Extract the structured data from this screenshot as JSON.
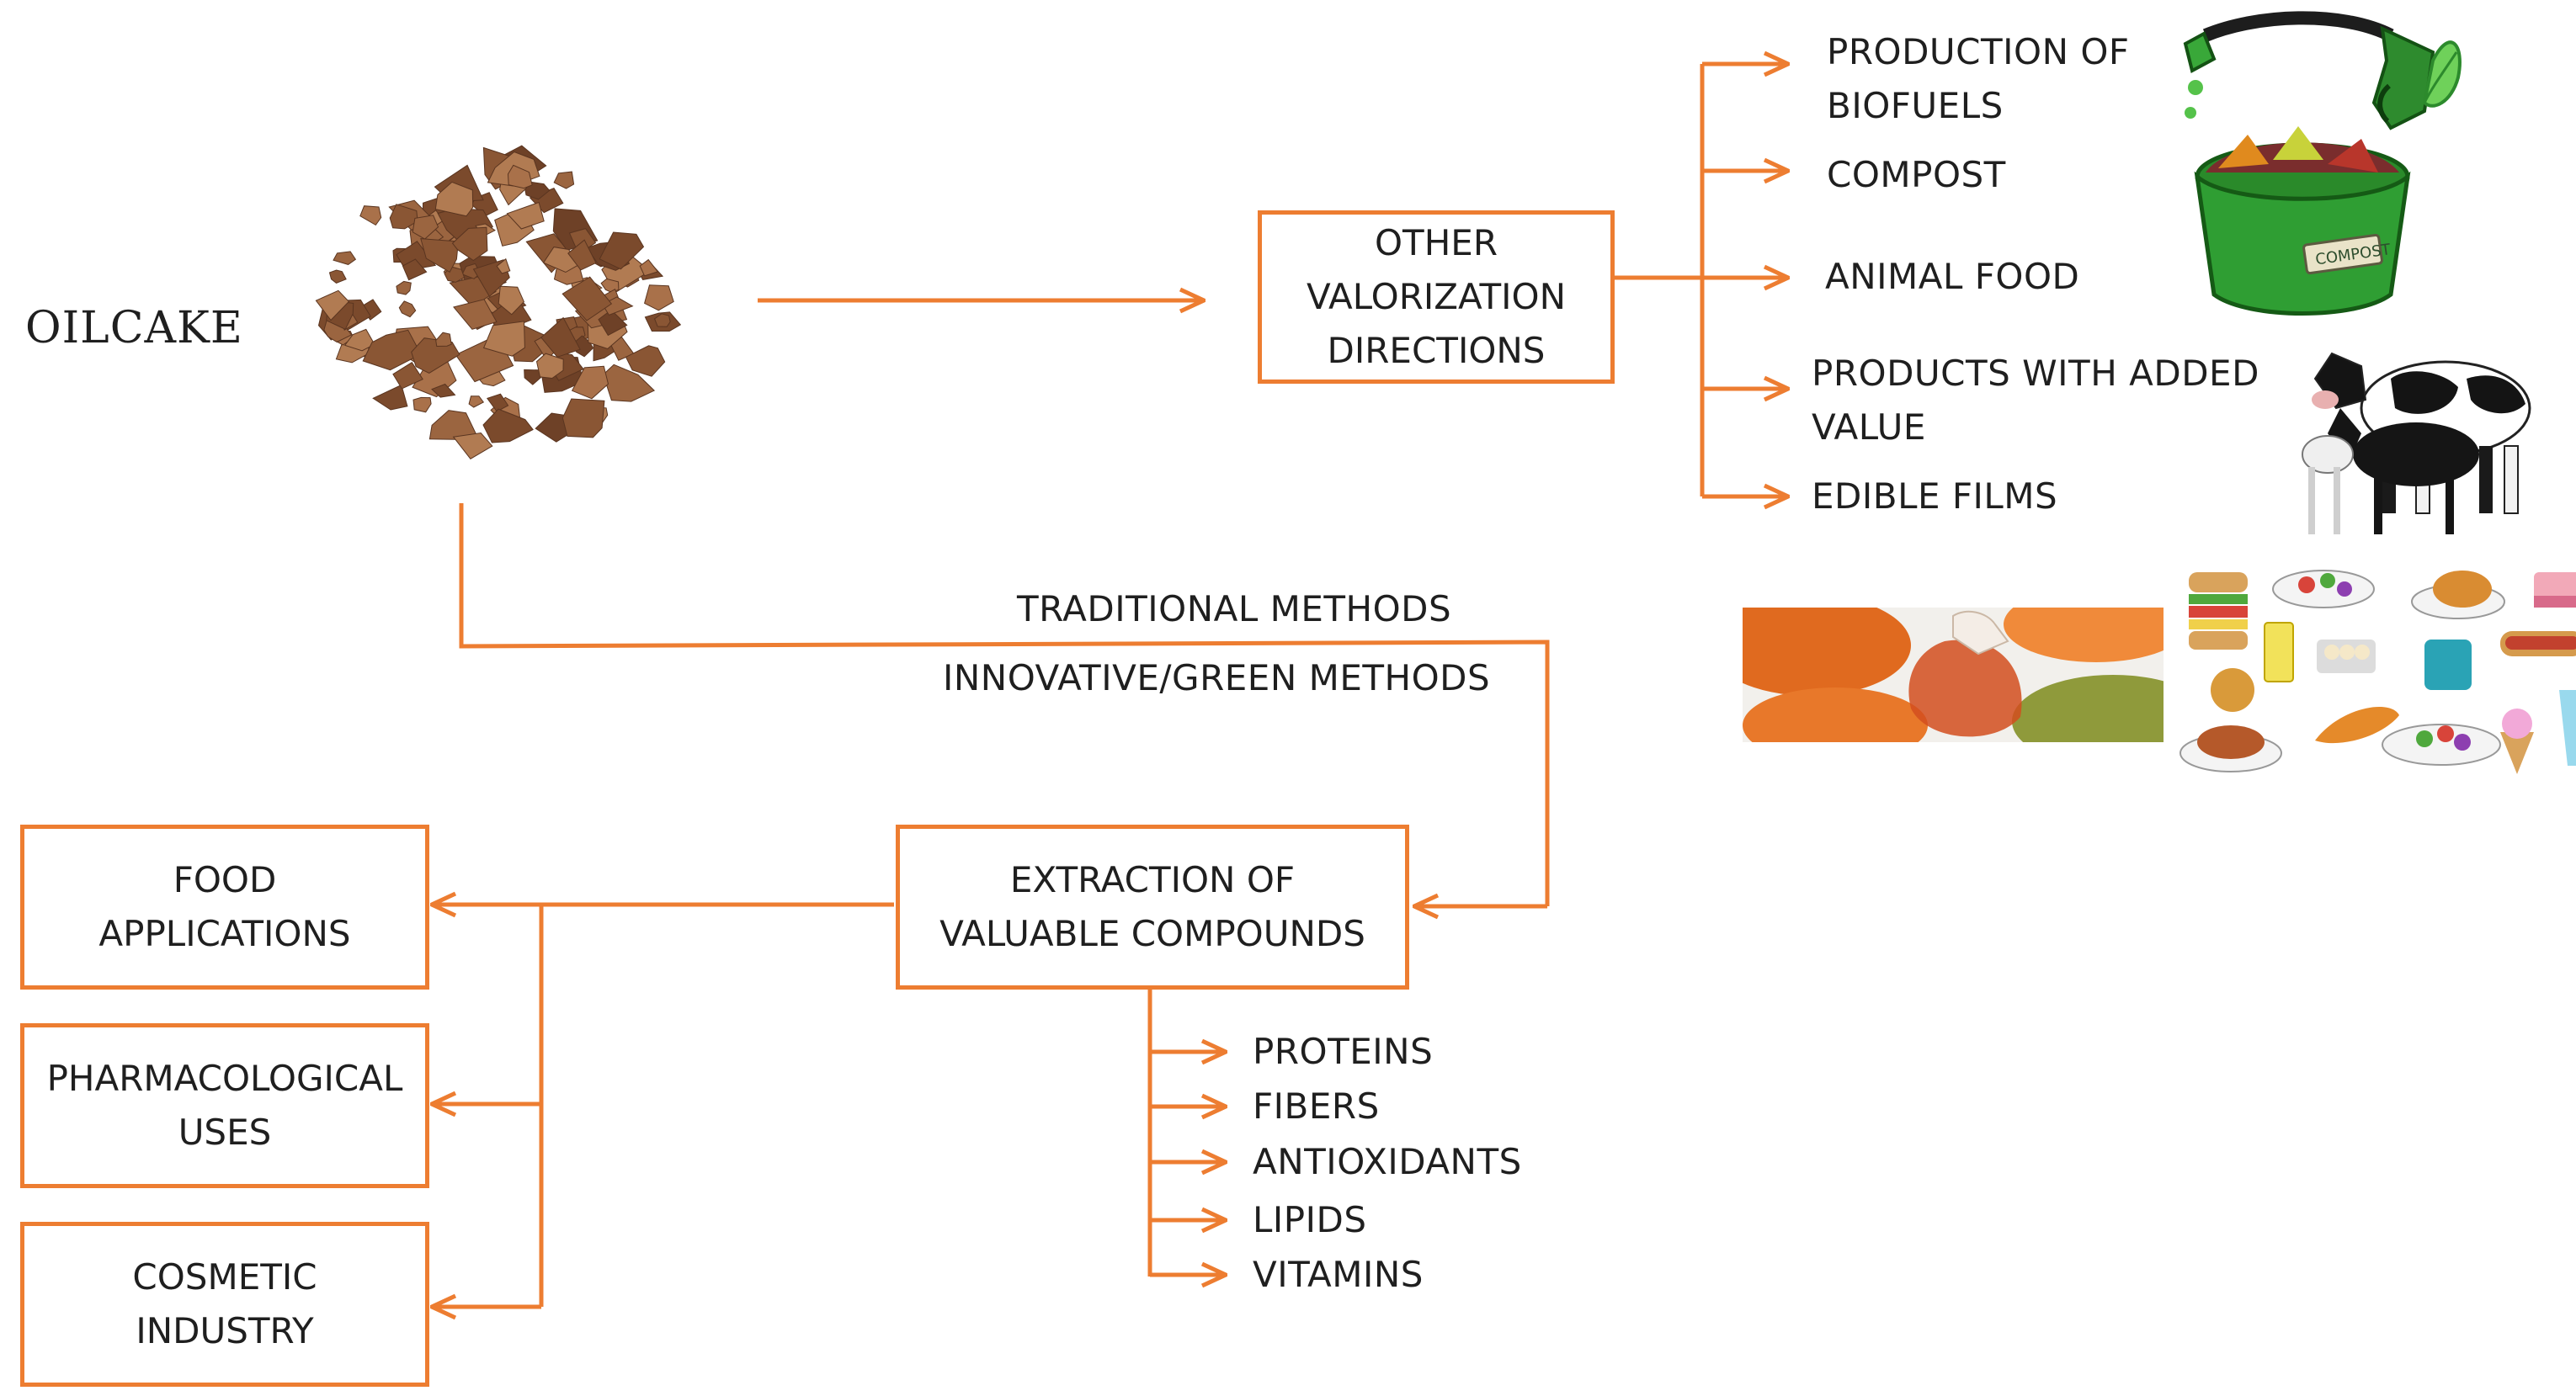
{
  "source_label": "OILCAKE",
  "other_directions": {
    "label": "OTHER\nVALORIZATION\nDIRECTIONS",
    "items": [
      "PRODUCTION OF\nBIOFUELS",
      "COMPOST",
      "ANIMAL FOOD",
      "PRODUCTS WITH ADDED\nVALUE",
      "EDIBLE FILMS"
    ]
  },
  "methods": [
    "TRADITIONAL METHODS",
    "INNOVATIVE/GREEN METHODS"
  ],
  "extraction": {
    "label": "EXTRACTION OF\nVALUABLE COMPOUNDS",
    "compounds": [
      "PROTEINS",
      "FIBERS",
      "ANTIOXIDANTS",
      "LIPIDS",
      "VITAMINS"
    ]
  },
  "applications": [
    "FOOD\nAPPLICATIONS",
    "PHARMACOLOGICAL\nUSES",
    "COSMETIC\nINDUSTRY"
  ],
  "bucket_label": "COMPOST",
  "colors": {
    "accent": "#ED7D31",
    "text": "#1f1f1f"
  }
}
